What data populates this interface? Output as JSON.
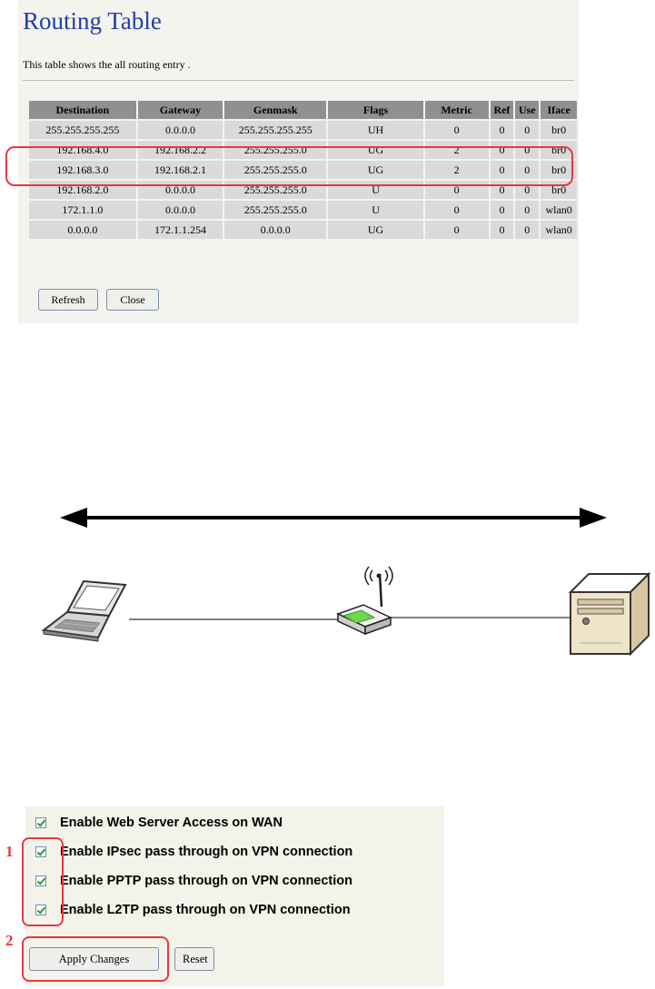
{
  "routing": {
    "title": "Routing Table",
    "description": "This table shows the all routing entry .",
    "columns": [
      "Destination",
      "Gateway",
      "Genmask",
      "Flags",
      "Metric",
      "Ref",
      "Use",
      "Iface"
    ],
    "rows": [
      [
        "255.255.255.255",
        "0.0.0.0",
        "255.255.255.255",
        "UH",
        "0",
        "0",
        "0",
        "br0"
      ],
      [
        "192.168.4.0",
        "192.168.2.2",
        "255.255.255.0",
        "UG",
        "2",
        "0",
        "0",
        "br0"
      ],
      [
        "192.168.3.0",
        "192.168.2.1",
        "255.255.255.0",
        "UG",
        "2",
        "0",
        "0",
        "br0"
      ],
      [
        "192.168.2.0",
        "0.0.0.0",
        "255.255.255.0",
        "U",
        "0",
        "0",
        "0",
        "br0"
      ],
      [
        "172.1.1.0",
        "0.0.0.0",
        "255.255.255.0",
        "U",
        "0",
        "0",
        "0",
        "wlan0"
      ],
      [
        "0.0.0.0",
        "172.1.1.254",
        "0.0.0.0",
        "UG",
        "0",
        "0",
        "0",
        "wlan0"
      ]
    ],
    "buttons": {
      "refresh": "Refresh",
      "close": "Close"
    }
  },
  "diagram": {
    "icons": [
      "laptop-icon",
      "wireless-router-icon",
      "server-icon"
    ]
  },
  "wan": {
    "options": [
      {
        "label": "Enable Web Server Access on WAN",
        "checked": true
      },
      {
        "label": "Enable IPsec pass through on VPN connection",
        "checked": true
      },
      {
        "label": "Enable PPTP pass through on VPN connection",
        "checked": true
      },
      {
        "label": "Enable L2TP pass through on VPN connection",
        "checked": true
      }
    ],
    "apply_label": "Apply Changes",
    "reset_label": "Reset",
    "step_1": "1",
    "step_2": "2"
  },
  "colors": {
    "title_blue": "#1f3fa6",
    "highlight_red": "#e8383e",
    "header_gray": "#909090",
    "cell_gray": "#dadada"
  }
}
